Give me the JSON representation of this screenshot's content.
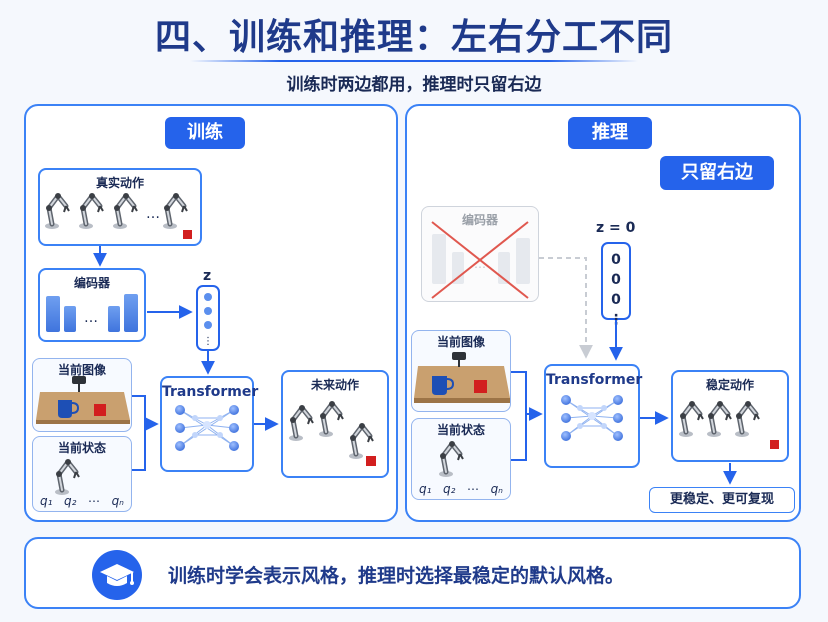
{
  "header": {
    "title": "四、训练和推理：左右分工不同",
    "subtitle": "训练时两边都用，推理时只留右边"
  },
  "training": {
    "tag": "训练",
    "real_actions_label": "真实动作",
    "encoder_label": "编码器",
    "z_label": "z",
    "current_image_label": "当前图像",
    "current_state_label": "当前状态",
    "q_labels": [
      "q₁",
      "q₂",
      "⋯",
      "qₙ"
    ],
    "transformer_label": "Transformer",
    "future_actions_label": "未来动作",
    "ellipsis": "…"
  },
  "inference": {
    "tag": "推理",
    "keep_right_tag": "只留右边",
    "encoder_label": "编码器",
    "z_equals": "z = 0",
    "zero_values": [
      "0",
      "0",
      "0",
      "⋮"
    ],
    "current_image_label": "当前图像",
    "current_state_label": "当前状态",
    "q_labels": [
      "q₁",
      "q₂",
      "⋯",
      "qₙ"
    ],
    "transformer_label": "Transformer",
    "stable_actions_label": "稳定动作",
    "result_label": "更稳定、更可复现"
  },
  "banner": {
    "icon": "graduation-cap-icon",
    "text": "训练时学会表示风格，推理时选择最稳定的默认风格。"
  },
  "colors": {
    "primary": "#2563eb",
    "border": "#3b82f6",
    "title": "#1f3a8a",
    "cross": "#e0584f",
    "cube": "#d21f1f",
    "mug": "#1d4fb5"
  }
}
